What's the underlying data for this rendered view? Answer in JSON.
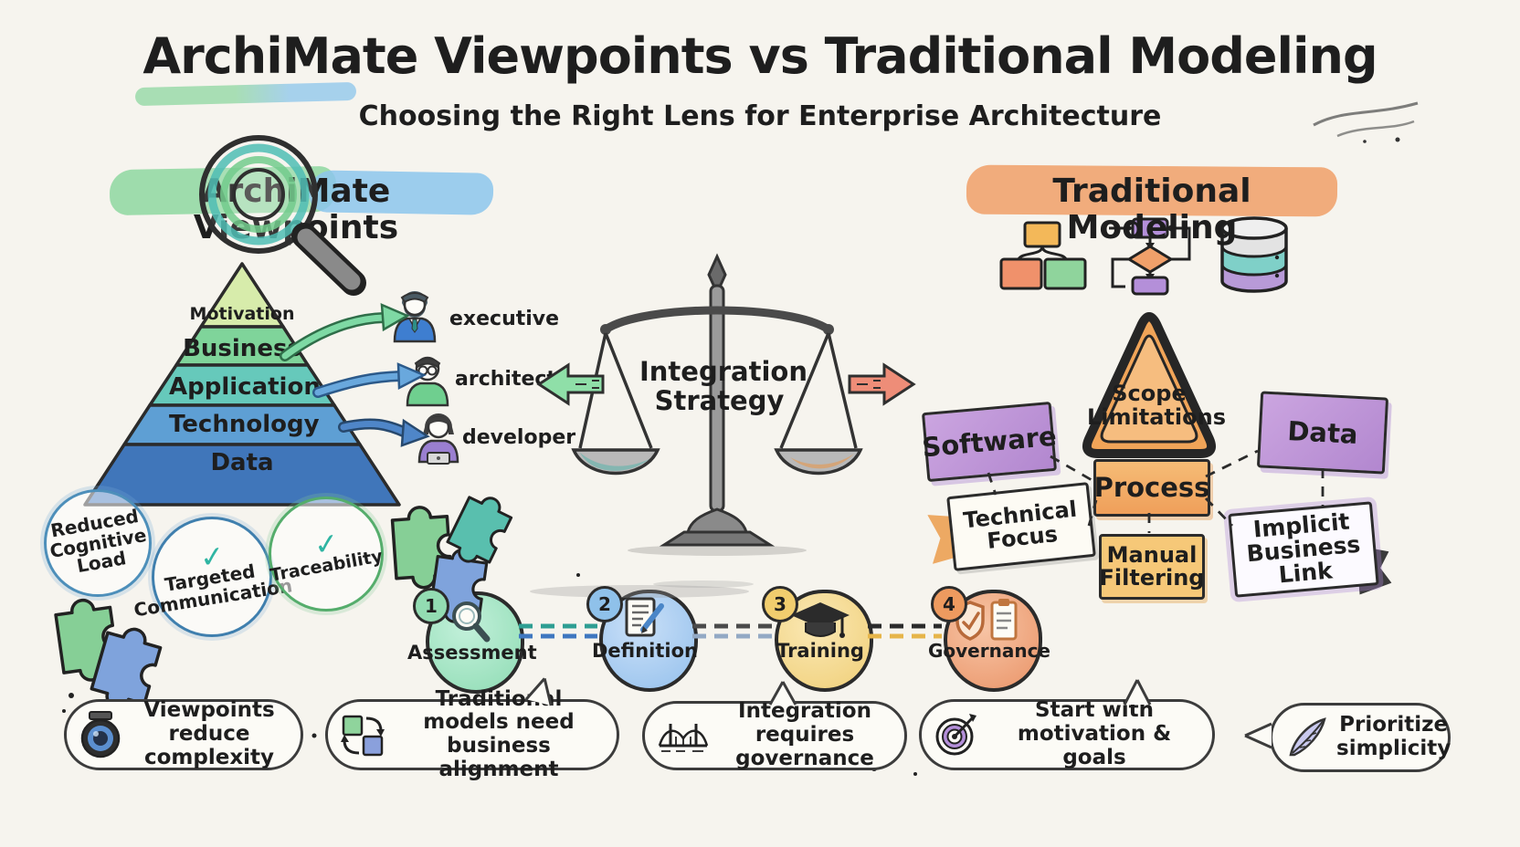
{
  "title": "ArchiMate Viewpoints vs Traditional Modeling",
  "subtitle": "Choosing the Right Lens for Enterprise Architecture",
  "left": {
    "heading": "ArchiMate Viewpoints",
    "pyramid_layers": [
      {
        "label": "Motivation"
      },
      {
        "label": "Business"
      },
      {
        "label": "Application"
      },
      {
        "label": "Technology"
      },
      {
        "label": "Data"
      }
    ],
    "personas": [
      {
        "label": "executive"
      },
      {
        "label": "architect"
      },
      {
        "label": "developer"
      }
    ],
    "benefits": [
      {
        "label": "Reduced\nCognitive\nLoad"
      },
      {
        "label": "Targeted\nCommunication"
      },
      {
        "label": "Traceability"
      }
    ]
  },
  "center": {
    "label": "Integration\nStrategy"
  },
  "right": {
    "heading": "Traditional Modeling",
    "warning_label": "Scope\nLimitations",
    "nodes": {
      "software": "Software",
      "technical_focus": "Technical\nFocus",
      "process": "Process",
      "manual_filtering": "Manual\nFiltering",
      "data": "Data",
      "implicit_business_link": "Implicit\nBusiness Link"
    }
  },
  "steps": [
    {
      "num": "1",
      "label": "Assessment"
    },
    {
      "num": "2",
      "label": "Definition"
    },
    {
      "num": "3",
      "label": "Training"
    },
    {
      "num": "4",
      "label": "Governance"
    }
  ],
  "takeaways": [
    {
      "icon": "lens-icon",
      "text": "Viewpoints reduce\ncomplexity"
    },
    {
      "icon": "sync-puzzle-icon",
      "text": "Traditional models need\nbusiness alignment"
    },
    {
      "icon": "bridge-icon",
      "text": "Integration requires\ngovernance"
    },
    {
      "icon": "target-icon",
      "text": "Start with\nmotivation & goals"
    },
    {
      "icon": "feather-icon",
      "text": "Prioritize\nsimplicity"
    }
  ],
  "colors": {
    "background": "#f6f4ee",
    "green_highlight": "#8ed7a0",
    "blue_highlight": "#8cc5ec",
    "orange_highlight": "#f1a46f",
    "pyramid_motivation": "#d7ecab",
    "pyramid_business": "#7fd49a",
    "pyramid_application": "#66c9bb",
    "pyramid_technology": "#5e9fd4",
    "pyramid_data": "#4076ba",
    "purple_box": "#bb92d4",
    "orange_box": "#f3ad68",
    "yellow_box": "#f6c878",
    "step_assessment": "#9fe2c0",
    "step_definition": "#a6cdf2",
    "step_training": "#f4d88c",
    "step_governance": "#efa37d",
    "arrow_green": "#7ed9a4",
    "arrow_blue": "#69a8dd",
    "arrow_red": "#ee8d78",
    "check_teal": "#2fb5a3"
  }
}
